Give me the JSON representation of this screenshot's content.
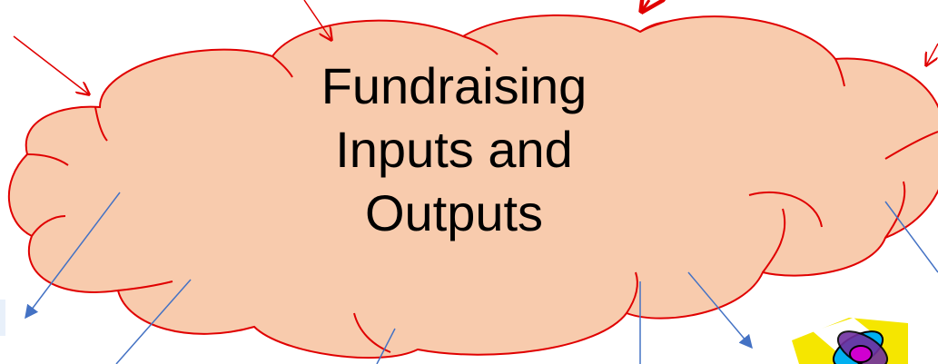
{
  "cloud": {
    "title_lines": [
      "Fundraising",
      "Inputs and",
      "Outputs"
    ],
    "fill_color": "#f8cbad",
    "stroke_color": "#e00000"
  },
  "arrows": {
    "input_color": "#e00000",
    "output_color": "#4472c4"
  },
  "logo": {
    "icon": "atom-logo-icon",
    "colors": [
      "#f5e600",
      "#00b0f0",
      "#7030a0",
      "#d000d0"
    ]
  }
}
